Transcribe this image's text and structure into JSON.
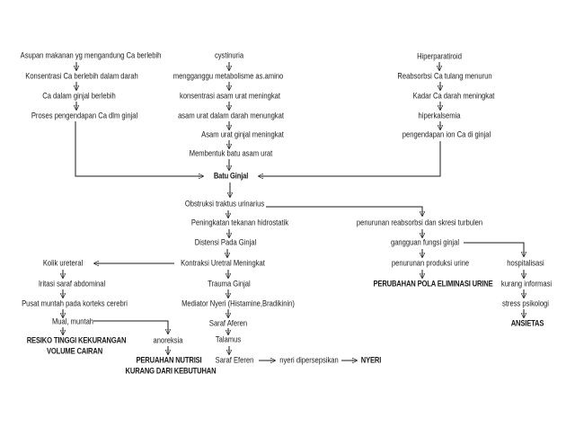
{
  "colors": {
    "ink": "#1b1b1b",
    "background": "#ffffff"
  },
  "nodes": {
    "asupan_makanan": "Asupan makanan yg mengandung Ca berlebih",
    "konsentrasi_ca_darah": "Konsentrasi Ca berlebih dalam darah",
    "ca_dalam_ginjal": "Ca dalam ginjal berlebih",
    "proses_pengendapan": "Proses pengendapan Ca dlm ginjal",
    "cystinuria": "cystinuria",
    "mengganggu_metabolisme": "mengganggu metabolisme as.amino",
    "konsentrasi_asam_urat": "konsentrasi asam urat meningkat",
    "asam_urat_darah": "asam urat dalam darah menungkat",
    "asam_urat_ginjal": "Asam urat ginjal meningkat",
    "membentuk_batu": "Membentuk batu asam urat",
    "batu_ginjal": "Batu Ginjal",
    "hiperparatiroid": "Hiperparatiroid",
    "reabsorbsi_ca": "Reabsorbsi Ca tulang  menurun",
    "kadar_ca": "Kadar Ca darah meningkat",
    "hiperkalsemia": "hiperkalsemia",
    "pengendapan_ion": "pengendapan ion Ca di ginjal",
    "obstruksi": "Obstruksi traktus urinarius",
    "peningkatan_tekanan": "Peningkatan tekanan hidrostatik",
    "distensi": "Distensi Pada Ginjal",
    "kontraksi_uretral": "Kontraksi Uretral Meningkat",
    "trauma_ginjal": "Trauma Ginjal",
    "mediator_nyeri": "Mediator Nyeri (Histamine,Bradikinin)",
    "saraf_aferen": "Saraf Aferen",
    "talamus": "Talamus",
    "saraf_eferen": "Saraf Eferen",
    "nyeri_dipersepsikan": "nyeri dipersepsikan",
    "nyeri": "NYERI",
    "kolik_ureteral": "Kolik  ureteral",
    "iritasi_saraf": "Iritasi saraf abdominal",
    "pusat_muntah": "Pusat muntah pada korteks cerebri",
    "mual_muntah": "Mual, muntah",
    "resiko_tinggi_line1": "RESIKO TINGGI KEKURANGAN",
    "resiko_tinggi_line2": "VOLUME CAIRAN",
    "anoreksia": "anoreksia",
    "perubahan_nutrisi_line1": "PERUAHAN NUTRISI",
    "perubahan_nutrisi_line2": "KURANG DARI KEBUTUHAN",
    "penurunan_reabsorbsi": "penurunan reabsorbsi dan skresi turbulen",
    "gangguan_fungsi": "gangguan fungsi ginjal",
    "penurunan_produksi": "penurunan produksi urine",
    "perubahan_pola": "PERUBAHAN POLA ELIMINASI URINE",
    "hospitalisasi": "hospitalisasi",
    "kurang_informasi": "kurang informasi",
    "stress_psikologi": "stress psikologi",
    "ansietas": "ANSIETAS"
  }
}
